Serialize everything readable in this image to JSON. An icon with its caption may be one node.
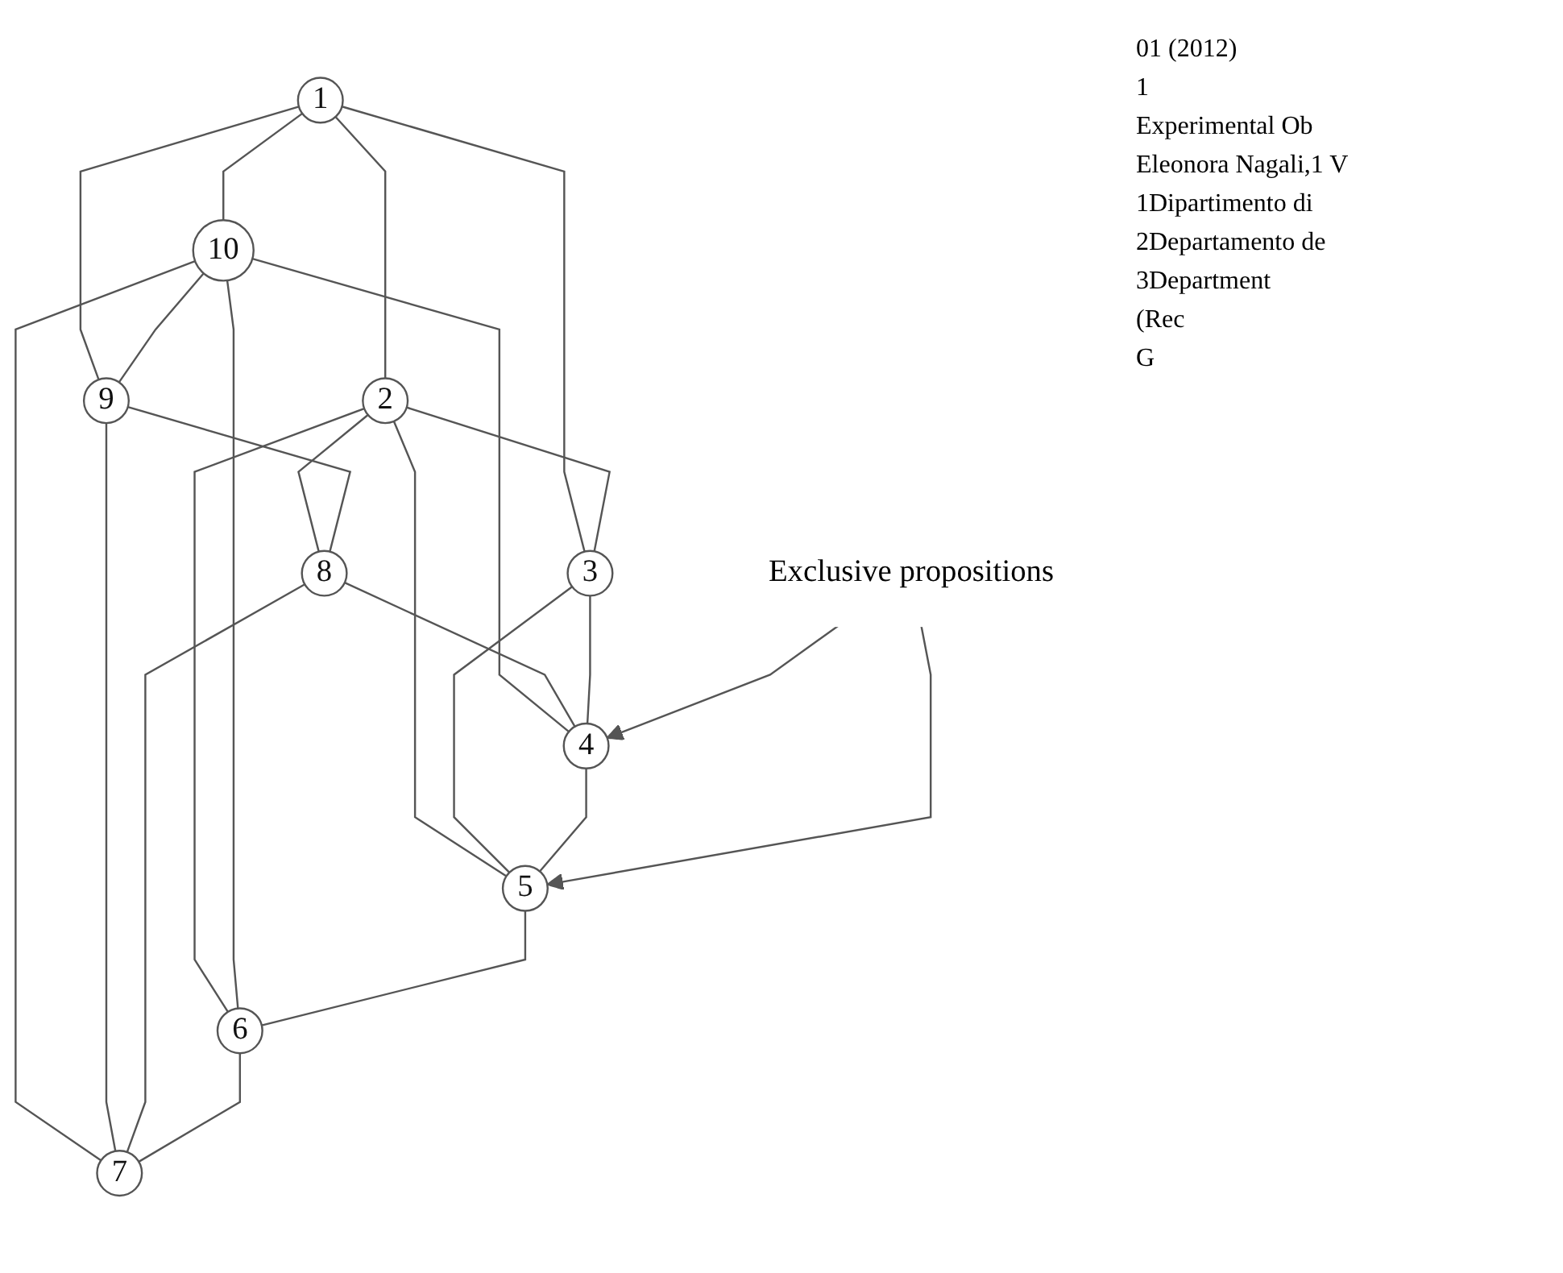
{
  "diagram": {
    "nodes": [
      {
        "text": [
          "1"
        ]
      },
      {
        "text": [
          "2"
        ]
      },
      {
        "text": [
          "3"
        ]
      },
      {
        "text": [
          "4"
        ]
      },
      {
        "text": [
          "5"
        ]
      },
      {
        "text": [
          "6"
        ]
      },
      {
        "text": [
          "7"
        ]
      },
      {
        "text": [
          "8"
        ]
      },
      {
        "text": [
          "9"
        ]
      },
      {
        "text": [
          "10"
        ]
      },
      {
        "text": [
          "Exclusive propositions"
        ]
      }
    ],
    "edges": [
      {
        "from": 0,
        "to": 9,
        "arrow": "none"
      },
      {
        "from": 0,
        "to": 1,
        "arrow": "none"
      },
      {
        "from": 0,
        "to": 8,
        "arrow": "none"
      },
      {
        "from": 0,
        "to": 2,
        "arrow": "none"
      },
      {
        "from": 1,
        "to": 2,
        "arrow": "none"
      },
      {
        "from": 1,
        "to": 7,
        "arrow": "none"
      },
      {
        "from": 1,
        "to": 5,
        "arrow": "none"
      },
      {
        "from": 1,
        "to": 4,
        "arrow": "none"
      },
      {
        "from": 9,
        "to": 8,
        "arrow": "none"
      },
      {
        "from": 9,
        "to": 6,
        "arrow": "none"
      },
      {
        "from": 9,
        "to": 5,
        "arrow": "none"
      },
      {
        "from": 9,
        "to": 3,
        "arrow": "none"
      },
      {
        "from": 8,
        "to": 7,
        "arrow": "none"
      },
      {
        "from": 8,
        "to": 6,
        "arrow": "none"
      },
      {
        "from": 7,
        "to": 3,
        "arrow": "none"
      },
      {
        "from": 7,
        "to": 6,
        "arrow": "none"
      },
      {
        "from": 2,
        "to": 3,
        "arrow": "none"
      },
      {
        "from": 2,
        "to": 4,
        "arrow": "none"
      },
      {
        "from": 3,
        "to": 4,
        "arrow": "none"
      },
      {
        "from": 4,
        "to": 5,
        "arrow": "none"
      },
      {
        "from": 5,
        "to": 6,
        "arrow": "none"
      },
      {
        "from": 10,
        "to": 3,
        "arrow": "to"
      },
      {
        "from": 10,
        "to": 4,
        "arrow": "to"
      }
    ],
    "labels": [
      "01 (2012)",
      "1",
      "Experimental Ob",
      "Eleonora Nagali,1 V",
      "1Dipartimento di",
      "2Departamento de",
      "3Department",
      "(Rec",
      "G"
    ]
  }
}
